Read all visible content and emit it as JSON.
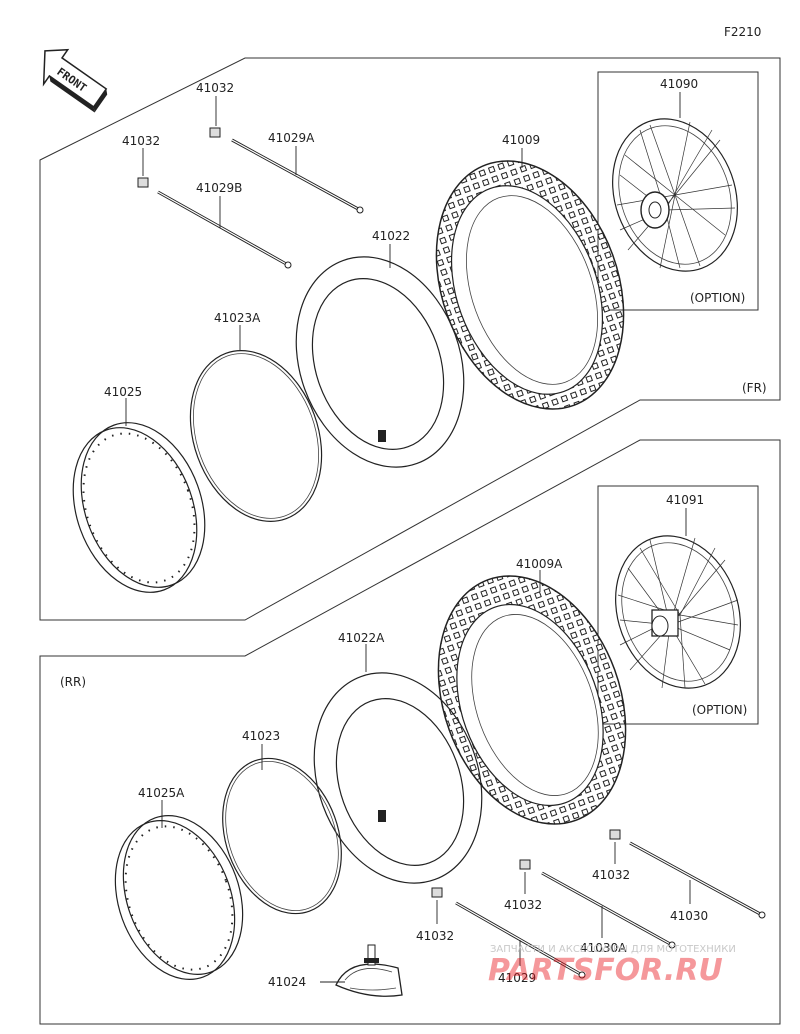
{
  "diagram_code": "F2210",
  "front_arrow": {
    "text": "FRONT"
  },
  "sections": {
    "front": {
      "tag": "(FR)",
      "option_label": "(OPTION)"
    },
    "rear": {
      "tag": "(RR)",
      "option_label": "(OPTION)"
    }
  },
  "parts": {
    "p41032_a": "41032",
    "p41029A": "41029A",
    "p41032_b": "41032",
    "p41029B": "41029B",
    "p41009": "41009",
    "p41090": "41090",
    "p41022": "41022",
    "p41023A": "41023A",
    "p41025": "41025",
    "p41091": "41091",
    "p41009A": "41009A",
    "p41022A": "41022A",
    "p41023": "41023",
    "p41025A": "41025A",
    "p41032_c": "41032",
    "p41032_d": "41032",
    "p41030": "41030",
    "p41032_e": "41032",
    "p41030A": "41030A",
    "p41029": "41029",
    "p41024": "41024"
  },
  "watermark": {
    "caption": "ЗАПЧАСТИ И АКСЕССУАРЫ ДЛЯ МОТОТЕХНИКИ",
    "logo": "PARTSFOR.RU",
    "color": "#e8141c"
  }
}
